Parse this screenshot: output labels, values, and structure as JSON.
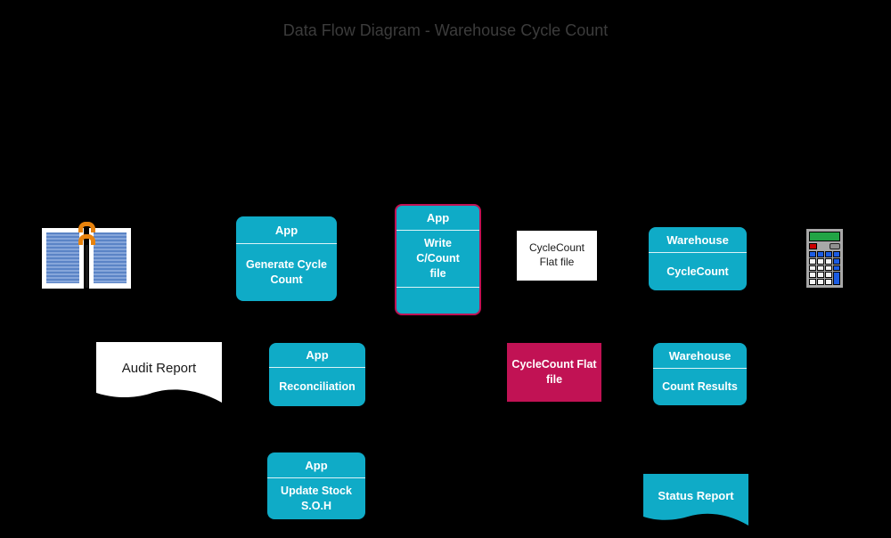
{
  "title": "Data Flow Diagram - Warehouse Cycle Count",
  "colors": {
    "background": "#000000",
    "title_text": "#3c3c3c",
    "teal": "#0fabc7",
    "crimson": "#c11254",
    "calc_blue": "#1b5ce4",
    "calc_green": "#21a445",
    "calc_red": "#cc0000",
    "page_blue": "#5b84c6",
    "page_blue_light": "#86a6da",
    "clamp_orange": "#e8830e"
  },
  "nodes": {
    "generate_cycle_count": {
      "header": "App",
      "body": "Generate Cycle Count"
    },
    "write_ccount_file": {
      "header": "App",
      "body": "Write C/Count file"
    },
    "cyclecount_flat_file_store": {
      "label": "CycleCount Flat file"
    },
    "warehouse_cyclecount": {
      "header": "Warehouse",
      "body": "CycleCount"
    },
    "audit_report": {
      "label": "Audit Report"
    },
    "reconciliation": {
      "header": "App",
      "body": "Reconciliation"
    },
    "cyclecount_flat_file_data": {
      "label": "CycleCount Flat file"
    },
    "warehouse_count_results": {
      "header": "Warehouse",
      "body": "Count Results"
    },
    "update_stock_soh": {
      "header": "App",
      "body": "Update Stock S.O.H"
    },
    "status_report": {
      "label": "Status Report"
    }
  },
  "icons": {
    "book": "open-book-icon",
    "calculator": "calculator-icon"
  }
}
